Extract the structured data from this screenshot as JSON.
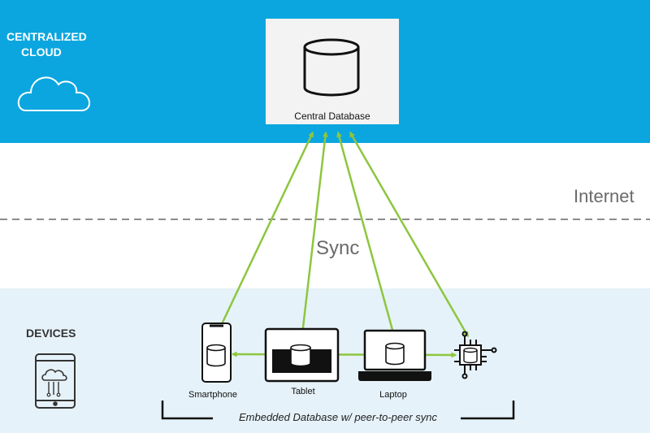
{
  "cloud_section": {
    "title_line1": "CENTRALIZED",
    "title_line2": "CLOUD",
    "icon": "cloud-icon"
  },
  "central_database": {
    "label": "Central Database",
    "icon": "database-icon"
  },
  "internet": {
    "label": "Internet"
  },
  "sync": {
    "label": "Sync"
  },
  "devices_section": {
    "title": "DEVICES",
    "icon": "tablet-cloud-icon"
  },
  "devices": [
    {
      "label": "Smartphone",
      "icon": "smartphone-icon"
    },
    {
      "label": "Tablet",
      "icon": "tablet-icon"
    },
    {
      "label": "Laptop",
      "icon": "laptop-icon"
    },
    {
      "label": "",
      "icon": "iot-chip-icon"
    }
  ],
  "embedded": {
    "label": "Embedded Database w/ peer-to-peer sync"
  },
  "colors": {
    "cloud_band": "#0ba6df",
    "devices_band": "#e6f2f9",
    "arrow": "#8dc63f",
    "dashed_line": "#8c8c8c"
  }
}
